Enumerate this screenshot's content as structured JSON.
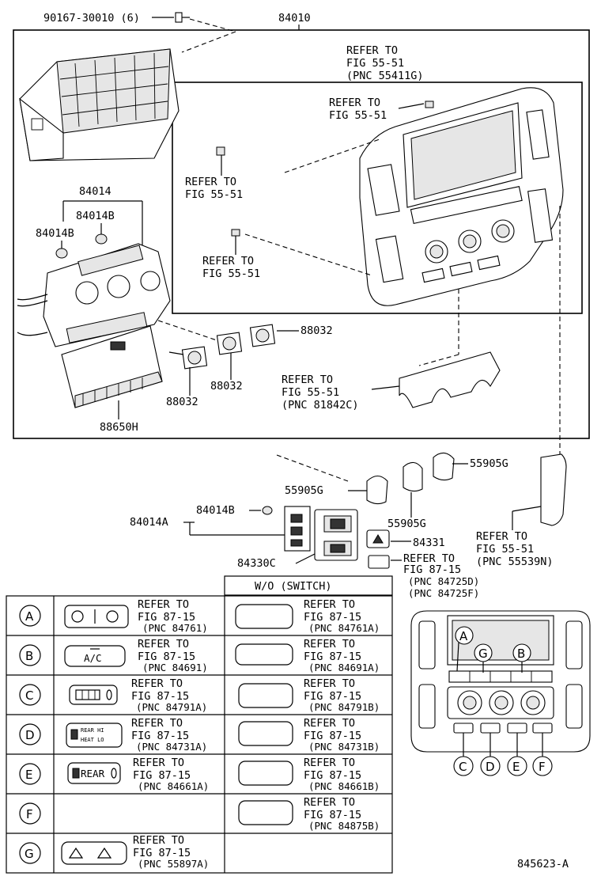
{
  "part_labels": {
    "screw": "90167-30010 (6)",
    "assembly": "84010",
    "p84014": "84014",
    "p84014b_1": "84014B",
    "p84014b_2": "84014B",
    "p84014b_3": "84014B",
    "p84014a": "84014A",
    "p88032_1": "88032",
    "p88032_2": "88032",
    "p88032_3": "88032",
    "p88650h": "88650H",
    "p55905g_1": "55905G",
    "p55905g_2": "55905G",
    "p55905g_3": "55905G",
    "p84331": "84331",
    "p84330c": "84330C",
    "diagram_id": "845623-A"
  },
  "refer_notes": {
    "r1": [
      "REFER TO",
      "FIG 55-51",
      "(PNC 55411G)"
    ],
    "r2": [
      "REFER TO",
      "FIG 55-51"
    ],
    "r3": [
      "REFER TO",
      "FIG 55-51"
    ],
    "r4": [
      "REFER TO",
      "FIG 55-51"
    ],
    "r5": [
      "REFER TO",
      "FIG 55-51",
      "(PNC 81842C)"
    ],
    "r6": [
      "REFER TO",
      "FIG 55-51",
      "(PNC 55539N)"
    ],
    "r7": [
      "REFER TO",
      "FIG 87-15",
      "(PNC 84725D)",
      "(PNC 84725F)"
    ]
  },
  "switch_table": {
    "header": "W/O (SWITCH)",
    "rows": [
      {
        "letter": "A",
        "with": [
          "REFER TO",
          "FIG 87-15",
          "(PNC 84761)"
        ],
        "without": [
          "REFER TO",
          "FIG 87-15",
          "(PNC 84761A)"
        ]
      },
      {
        "letter": "B",
        "with": [
          "REFER TO",
          "FIG 87-15",
          "(PNC 84691)"
        ],
        "without": [
          "REFER TO",
          "FIG 87-15",
          "(PNC 84691A)"
        ],
        "icon_text": "A/C"
      },
      {
        "letter": "C",
        "with": [
          "REFER TO",
          "FIG 87-15",
          "(PNC 84791A)"
        ],
        "without": [
          "REFER TO",
          "FIG 87-15",
          "(PNC 84791B)"
        ]
      },
      {
        "letter": "D",
        "with": [
          "REFER TO",
          "FIG 87-15",
          "(PNC 84731A)"
        ],
        "without": [
          "REFER TO",
          "FIG 87-15",
          "(PNC 84731B)"
        ],
        "icon_text": [
          "REAR HI",
          "HEAT LO"
        ]
      },
      {
        "letter": "E",
        "with": [
          "REFER TO",
          "FIG 87-15",
          "(PNC 84661A)"
        ],
        "without": [
          "REFER TO",
          "FIG 87-15",
          "(PNC 84661B)"
        ],
        "icon_text": "REAR"
      },
      {
        "letter": "F",
        "with": [
          "",
          "",
          ""
        ],
        "without": [
          "REFER TO",
          "FIG 87-15",
          "(PNC 84875B)"
        ]
      },
      {
        "letter": "G",
        "with": [
          "REFER TO",
          "FIG 87-15",
          "(PNC 55897A)"
        ],
        "without": [
          "",
          "",
          ""
        ]
      }
    ]
  },
  "locator_letters": [
    "A",
    "G",
    "B",
    "C",
    "D",
    "E",
    "F"
  ]
}
